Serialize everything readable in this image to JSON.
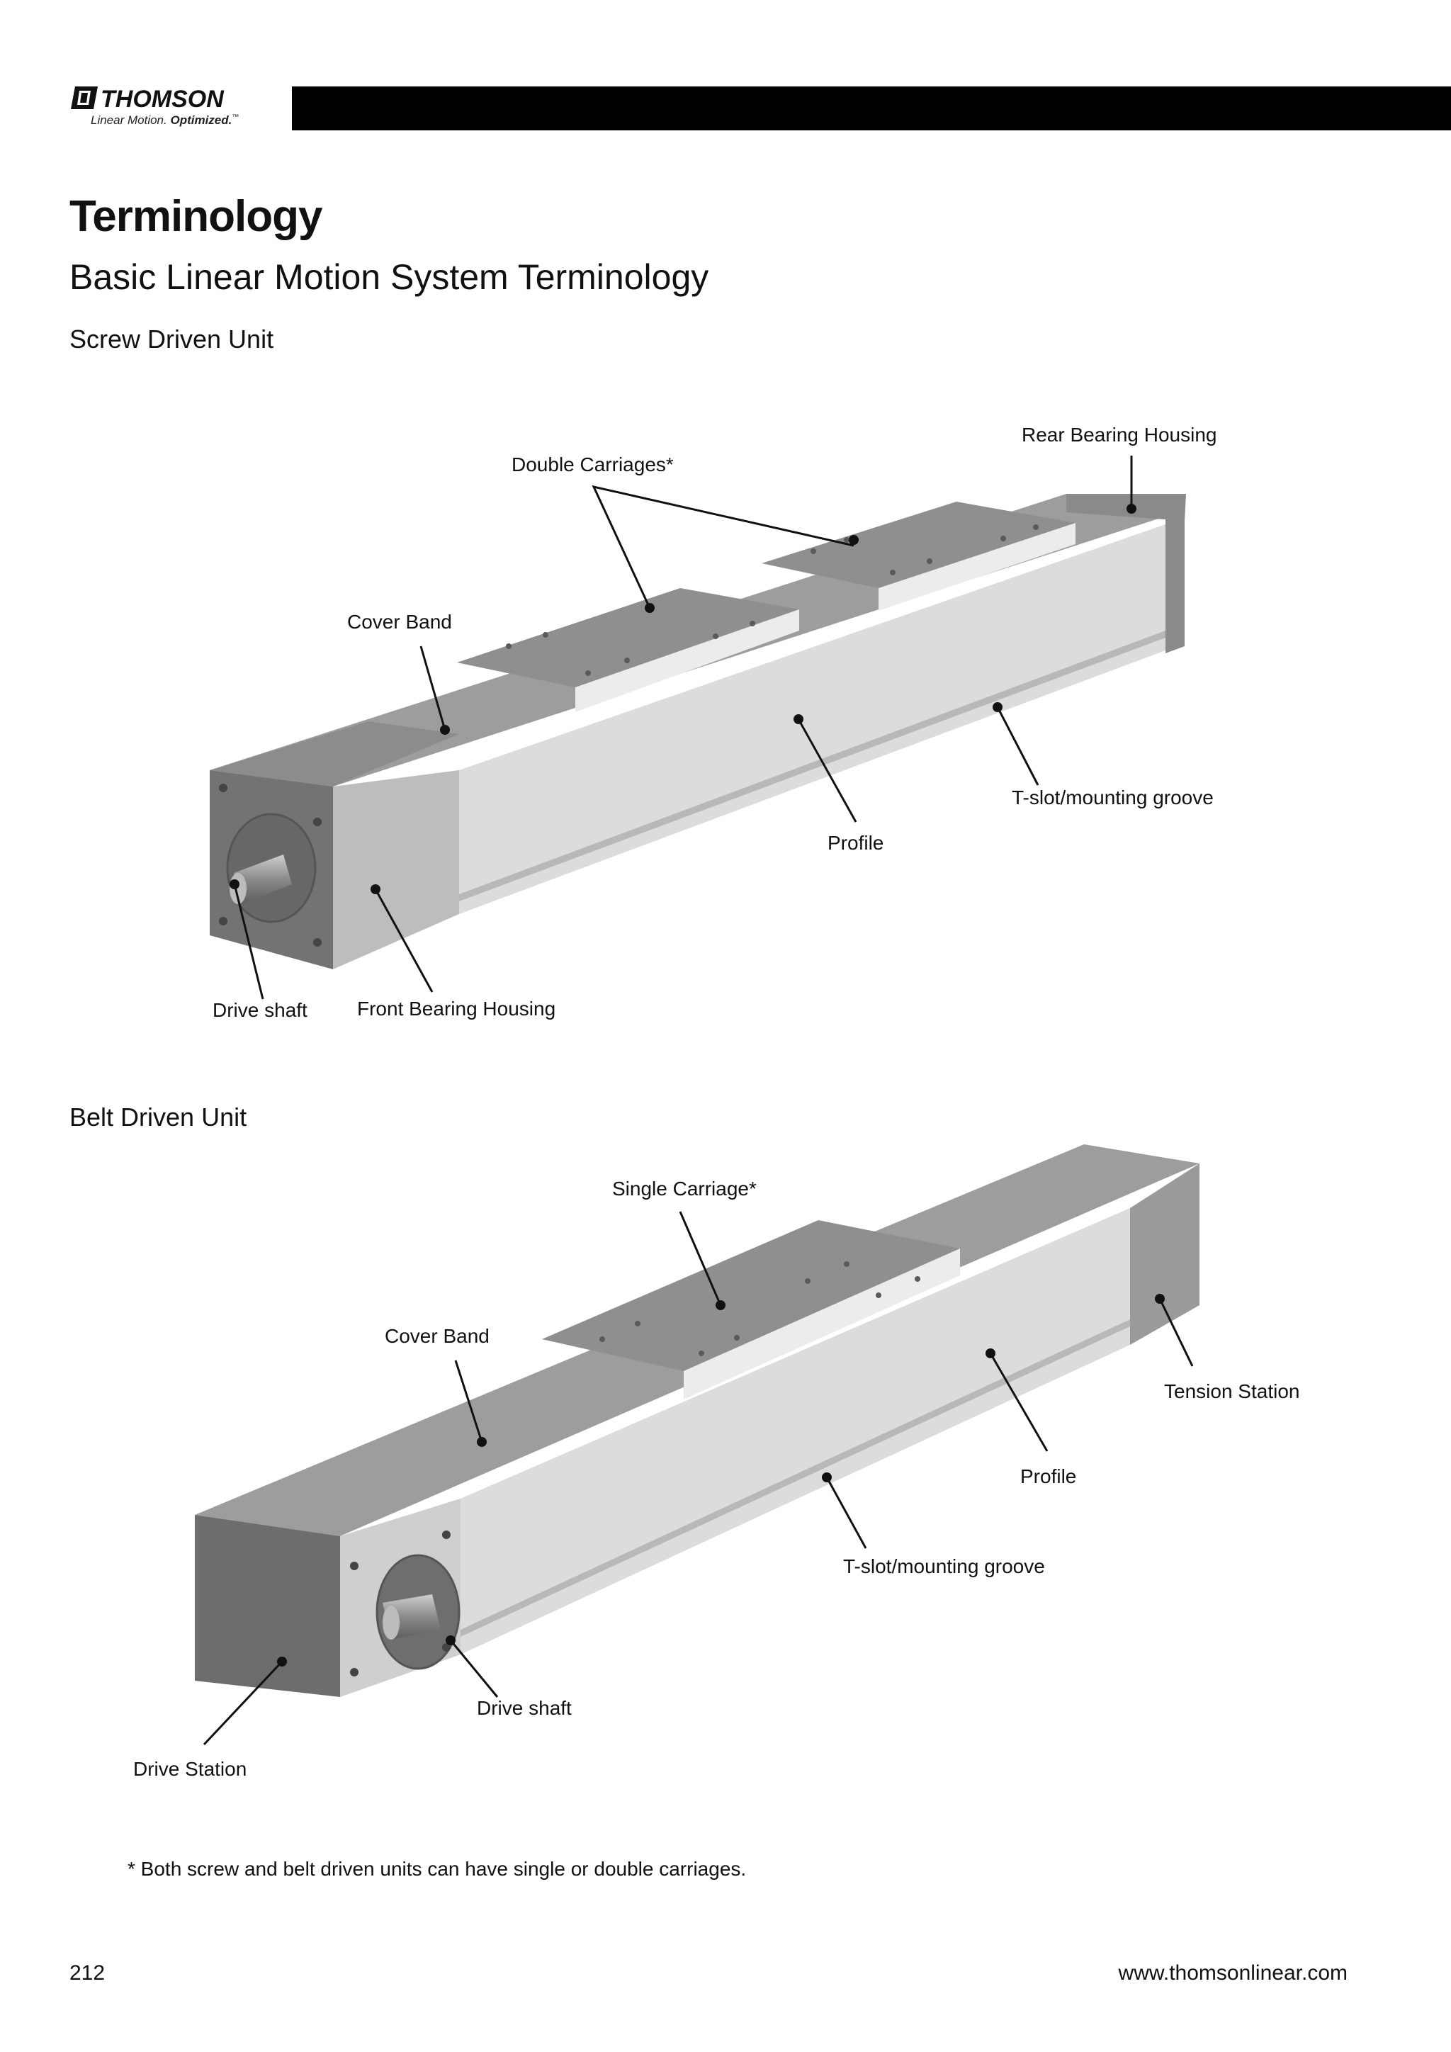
{
  "header": {
    "brand": "THOMSON",
    "tagline_prefix": "Linear Motion.",
    "tagline_emphasis": "Optimized.",
    "tagline_mark": "™"
  },
  "title": "Terminology",
  "subtitle": "Basic Linear Motion System Terminology",
  "screw_unit": {
    "heading": "Screw Driven Unit",
    "labels": {
      "rear_bearing_housing": "Rear Bearing Housing",
      "double_carriages": "Double Carriages*",
      "cover_band": "Cover Band",
      "tslot": "T-slot/mounting groove",
      "profile": "Profile",
      "drive_shaft": "Drive shaft",
      "front_bearing_housing": "Front Bearing Housing"
    }
  },
  "belt_unit": {
    "heading": "Belt Driven Unit",
    "labels": {
      "single_carriage": "Single Carriage*",
      "cover_band": "Cover Band",
      "tension_station": "Tension Station",
      "profile": "Profile",
      "tslot": "T-slot/mounting groove",
      "drive_shaft": "Drive shaft",
      "drive_station": "Drive Station"
    }
  },
  "footnote": "* Both screw and belt driven units can have single or double carriages.",
  "footer": {
    "page_number": "212",
    "website": "www.thomsonlinear.com"
  },
  "colors": {
    "header_bar": "#000000",
    "housing_dark": "#7a7a7a",
    "profile_light": "#d8d8d8",
    "top_face": "#9a9a9a"
  }
}
